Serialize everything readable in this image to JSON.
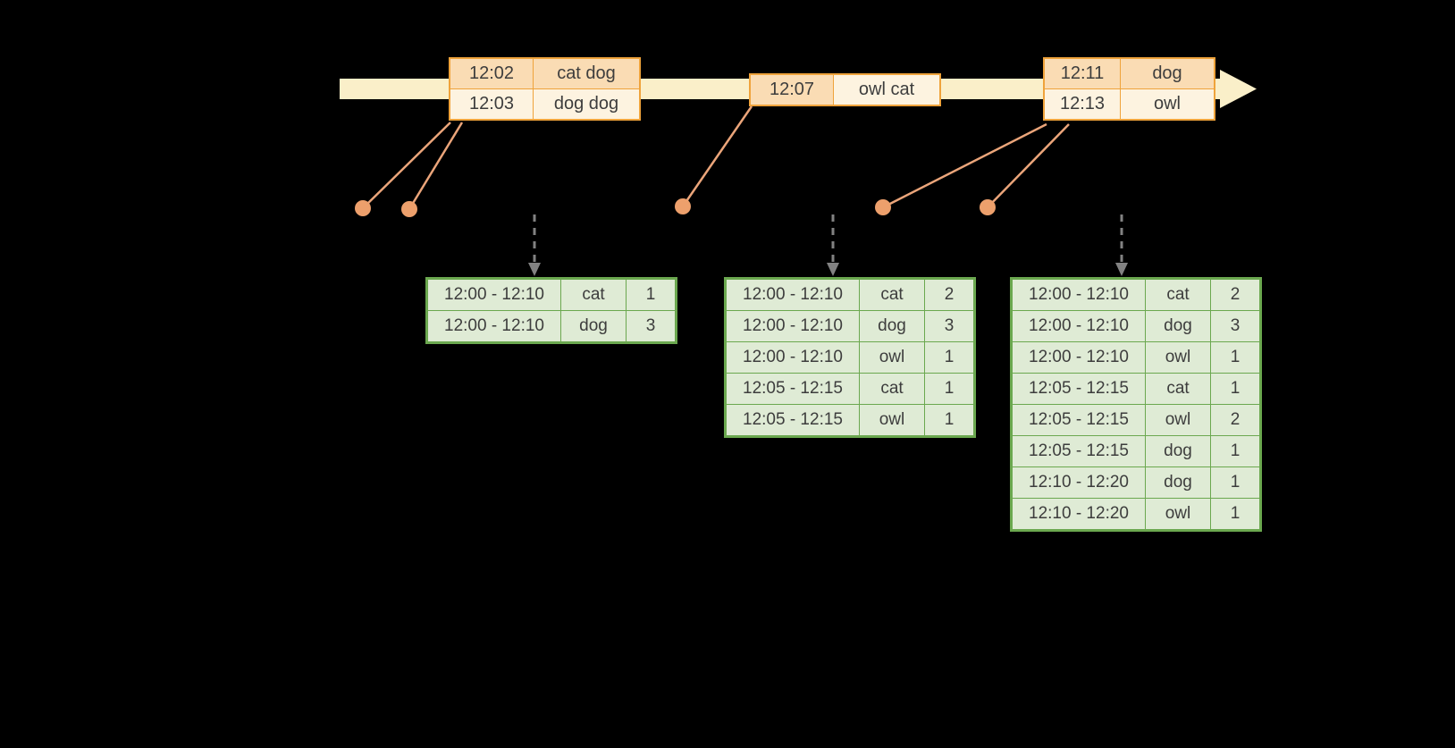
{
  "colors": {
    "background": "#000000",
    "timeline_fill": "#FAEFC9",
    "orange_border": "#EFA33B",
    "orange_cell_dark": "#FADCB4",
    "orange_cell_light": "#FDF3E0",
    "connector": "#EBA57A",
    "dot": "#EDA06C",
    "arrow_gray": "#828282",
    "green_border": "#6BA84F",
    "green_cell": "#DFEBD5",
    "text": "#3D3D3D"
  },
  "event_tables": [
    {
      "rows": [
        {
          "cells": [
            {
              "text": "12:02",
              "shade": "dark"
            },
            {
              "text": "cat dog",
              "shade": "dark"
            }
          ]
        },
        {
          "cells": [
            {
              "text": "12:03",
              "shade": "light"
            },
            {
              "text": "dog dog",
              "shade": "light"
            }
          ]
        }
      ]
    },
    {
      "rows": [
        {
          "cells": [
            {
              "text": "12:07",
              "shade": "dark"
            },
            {
              "text": "owl cat",
              "shade": "light"
            }
          ]
        }
      ]
    },
    {
      "rows": [
        {
          "cells": [
            {
              "text": "12:11",
              "shade": "dark"
            },
            {
              "text": "dog",
              "shade": "dark"
            }
          ]
        },
        {
          "cells": [
            {
              "text": "12:13",
              "shade": "light"
            },
            {
              "text": "owl",
              "shade": "light"
            }
          ]
        }
      ]
    }
  ],
  "result_tables": [
    {
      "rows": [
        [
          "12:00 - 12:10",
          "cat",
          "1"
        ],
        [
          "12:00 - 12:10",
          "dog",
          "3"
        ]
      ]
    },
    {
      "rows": [
        [
          "12:00 - 12:10",
          "cat",
          "2"
        ],
        [
          "12:00 - 12:10",
          "dog",
          "3"
        ],
        [
          "12:00 - 12:10",
          "owl",
          "1"
        ],
        [
          "12:05 - 12:15",
          "cat",
          "1"
        ],
        [
          "12:05 - 12:15",
          "owl",
          "1"
        ]
      ]
    },
    {
      "rows": [
        [
          "12:00 - 12:10",
          "cat",
          "2"
        ],
        [
          "12:00 - 12:10",
          "dog",
          "3"
        ],
        [
          "12:00 - 12:10",
          "owl",
          "1"
        ],
        [
          "12:05 - 12:15",
          "cat",
          "1"
        ],
        [
          "12:05 - 12:15",
          "owl",
          "2"
        ],
        [
          "12:05 - 12:15",
          "dog",
          "1"
        ],
        [
          "12:10 - 12:20",
          "dog",
          "1"
        ],
        [
          "12:10 - 12:20",
          "owl",
          "1"
        ]
      ]
    }
  ]
}
